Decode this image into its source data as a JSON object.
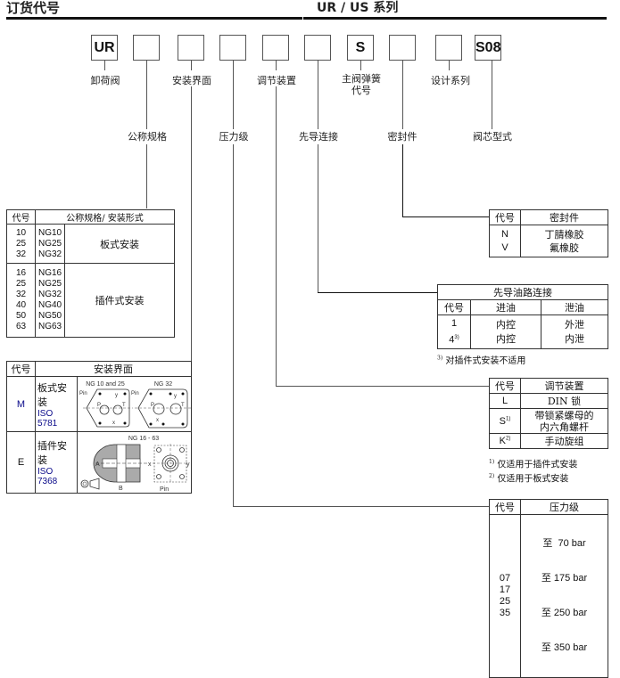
{
  "header": {
    "left_title": "订货代号",
    "right_title": "UR / US 系列"
  },
  "code_boxes": [
    {
      "value": "UR",
      "label": "卸荷阀"
    },
    {
      "value": "",
      "label": "公称规格"
    },
    {
      "value": "",
      "label": "安装界面"
    },
    {
      "value": "",
      "label": "压力级"
    },
    {
      "value": "",
      "label": "调节装置"
    },
    {
      "value": "",
      "label": "先导连接"
    },
    {
      "value": "S",
      "label": "主阀弹簧代号",
      "label_line1": "主阀弹簧",
      "label_line2": "代号"
    },
    {
      "value": "",
      "label": "密封件"
    },
    {
      "value": "",
      "label": "设计系列"
    },
    {
      "value": "S08",
      "label": "阀芯型式"
    }
  ],
  "nominal_size_table": {
    "header_code": "代号",
    "header_desc": "公称规格/ 安装形式",
    "groups": [
      {
        "codes": [
          "10",
          "25",
          "32"
        ],
        "sizes": [
          "NG10",
          "NG25",
          "NG32"
        ],
        "mounting": "板式安装"
      },
      {
        "codes": [
          "16",
          "25",
          "32",
          "40",
          "50",
          "63"
        ],
        "sizes": [
          "NG16",
          "NG25",
          "NG32",
          "NG40",
          "NG50",
          "NG63"
        ],
        "mounting": "插件式安装"
      }
    ]
  },
  "interface_table": {
    "header_code": "代号",
    "header_desc": "安装界面",
    "rows": [
      {
        "code": "M",
        "type": "板式安装",
        "standard": "ISO 5781",
        "diagram_labels": {
          "left_title": "NG 10 and 25",
          "right_title": "NG 32",
          "pin": "Pin",
          "p": "P",
          "t": "T",
          "x": "x",
          "y": "y"
        }
      },
      {
        "code": "E",
        "type": "插件安装",
        "standard": "ISO 7368",
        "diagram_labels": {
          "title": "NG 16 - 63",
          "a": "A",
          "b": "B",
          "x": "x",
          "y": "y",
          "pin": "Pin"
        }
      }
    ]
  },
  "seal_table": {
    "header_code": "代号",
    "header_desc": "密封件",
    "rows": [
      {
        "code": "N",
        "desc": "丁腈橡胶"
      },
      {
        "code": "V",
        "desc": "氟橡胶"
      }
    ]
  },
  "pilot_table": {
    "title": "先导油路连接",
    "header_code": "代号",
    "header_in": "进油",
    "header_out": "泄油",
    "rows": [
      {
        "code": "1",
        "note": "",
        "in": "内控",
        "out": "外泄"
      },
      {
        "code": "4",
        "note": "3)",
        "in": "内控",
        "out": "内泄"
      }
    ],
    "footnote_mark": "3)",
    "footnote": "对插件式安装不适用"
  },
  "adjust_table": {
    "header_code": "代号",
    "header_desc": "调节装置",
    "rows": [
      {
        "code": "L",
        "note": "",
        "desc": "DIN 锁"
      },
      {
        "code": "S",
        "note": "1)",
        "desc_line1": "带锁紧螺母的",
        "desc_line2": "内六角螺杆"
      },
      {
        "code": "K",
        "note": "2)",
        "desc": "手动旋组"
      }
    ],
    "footnotes": [
      {
        "mark": "1)",
        "text": "仅适用于插件式安装"
      },
      {
        "mark": "2)",
        "text": "仅适用于板式安装"
      }
    ]
  },
  "pressure_table": {
    "header_code": "代号",
    "header_desc": "压力级",
    "rows": [
      {
        "code": "07",
        "desc": "至  70 bar"
      },
      {
        "code": "17",
        "desc": "至 175 bar"
      },
      {
        "code": "25",
        "desc": "至 250 bar"
      },
      {
        "code": "35",
        "desc": "至 350 bar"
      }
    ]
  },
  "colors": {
    "line": "#555555",
    "text": "#111111",
    "accent_blue": "#0a0a8a"
  }
}
